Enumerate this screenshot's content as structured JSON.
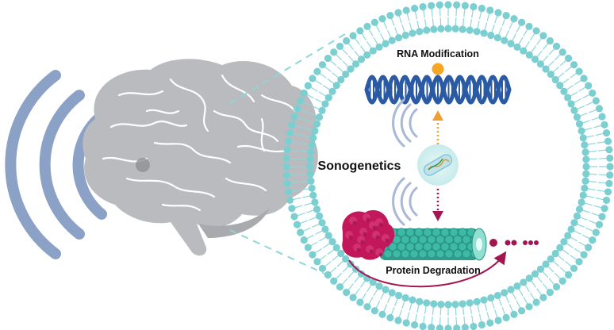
{
  "labels": {
    "rna_modification": "RNA Modification",
    "sonogenetics": "Sonogenetics",
    "protein_degradation": "Protein Degradation"
  },
  "colors": {
    "sound_wave": "#7f97c0",
    "brain": "#b9bbbe",
    "brain_folds": "#ffffff",
    "membrane_head": "#7ccfd1",
    "membrane_tail": "#8fd6d8",
    "dna": "#2a5aa3",
    "rna_modification_dot": "#f5a623",
    "protein": "#c2185b",
    "proteasome": "#3dbaa6",
    "degradation_arrow": "#a31550",
    "up_arrow": "#f0a030",
    "down_arrow": "#a31550",
    "dashed_lines": "#8fd6d8"
  },
  "icons": {
    "sound_waves": "sound-waves-icon",
    "brain": "brain-icon",
    "cell_membrane": "cell-membrane-icon",
    "dna": "dna-helix-icon",
    "bacterium": "bacterium-icon",
    "protein": "protein-icon",
    "proteasome": "proteasome-icon"
  }
}
